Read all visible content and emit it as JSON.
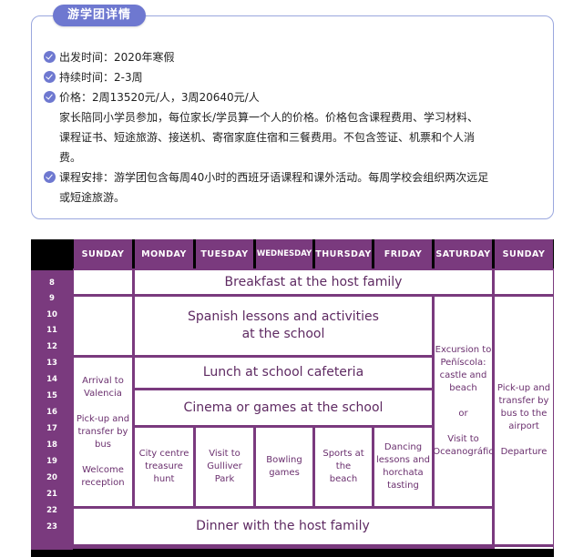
{
  "card": {
    "title": "游学团详情",
    "lines": [
      "出发时间：2020年寒假",
      "持续时间：2-3周",
      "价格：2周13520元/人，3周20640元/人"
    ],
    "price_note_1": "家长陪同小学员参加，每位家长/学员算一个人的价格。价格包含课程费用、学习材料、",
    "price_note_2": "课程证书、短途旅游、接送机、寄宿家庭住宿和三餐费用。不包含签证、机票和个人消",
    "price_note_3": "费。",
    "schedule_line_1": "课程安排：游学团包含每周40小时的西班牙语课程和课外活动。每周学校会组织两次远足",
    "schedule_line_2": "或短途旅游。"
  },
  "schedule": {
    "days": [
      "SUNDAY",
      "MONDAY",
      "TUESDAY",
      "WEDNESDAY",
      "THURSDAY",
      "FRIDAY",
      "SATURDAY",
      "SUNDAY"
    ],
    "hours": [
      "8",
      "9",
      "10",
      "11",
      "12",
      "13",
      "14",
      "15",
      "16",
      "17",
      "18",
      "19",
      "20",
      "21",
      "22",
      "23"
    ],
    "breakfast": "Breakfast at the host family",
    "spanish": "Spanish lessons and activities\nat the school",
    "lunch": "Lunch at school cafeteria",
    "cinema": "Cinema or games at the school",
    "city": "City centre\ntreasure hunt",
    "gulliver": "Visit to\nGulliver Park",
    "bowling": "Bowling\ngames",
    "sports": "Sports at the\nbeach",
    "dancing": "Dancing\nlessons and\nhorchata\ntasting",
    "dinner": "Dinner with the host family",
    "arrival": "Arrival to\nValencia\n\nPick-up and\ntransfer by\nbus\n\nWelcome\nreception",
    "saturday": "Excursion to\nPeñíscola:\ncastle and\nbeach\n\nor\n\nVisit to\nOceanográfic",
    "departure": "Pick-up and\ntransfer by\nbus to the\nairport\n\nDeparture"
  }
}
